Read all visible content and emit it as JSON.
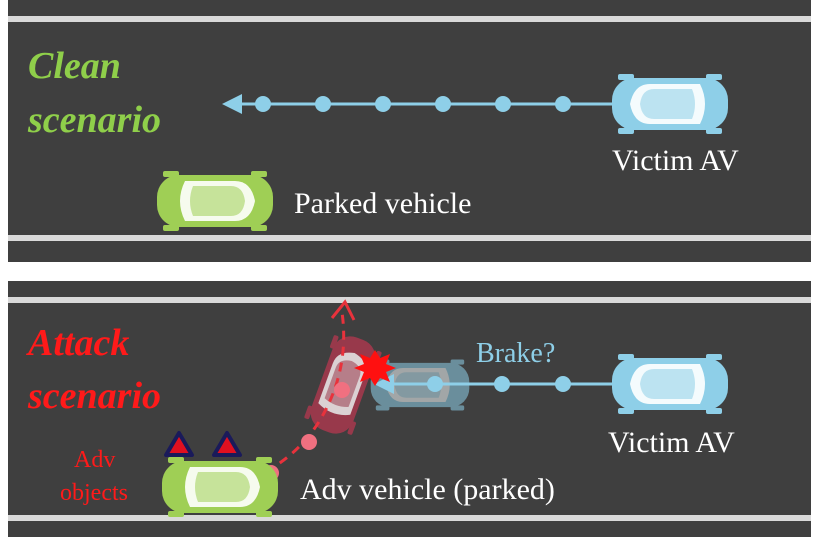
{
  "clean": {
    "title_line1": "Clean",
    "title_line2": "scenario",
    "victim_label": "Victim AV",
    "parked_label": "Parked vehicle"
  },
  "attack": {
    "title_line1": "Attack",
    "title_line2": "scenario",
    "victim_label": "Victim AV",
    "brake_label": "Brake?",
    "adv_vehicle_label": "Adv vehicle (parked)",
    "adv_objects_line1": "Adv",
    "adv_objects_line2": "objects"
  },
  "colors": {
    "road": "#3f3f3f",
    "lane_line": "#d9d9d9",
    "victim_car": "#8ecfe8",
    "victim_path": "#8ecfe8",
    "parked_car": "#9fcf55",
    "clean_title": "#8fcf4a",
    "attack_title": "#ff1a1a",
    "adv_path": "#e8323c",
    "adv_car_ghost": "#a8384e",
    "adv_dots": "#f07080",
    "crash": "#ff1010",
    "triangle_fill": "#e01020",
    "triangle_edge": "#1a1a5a"
  },
  "icons": [
    "car-icon",
    "crash-burst-icon",
    "warning-triangle-icon",
    "arrow-left-icon"
  ]
}
